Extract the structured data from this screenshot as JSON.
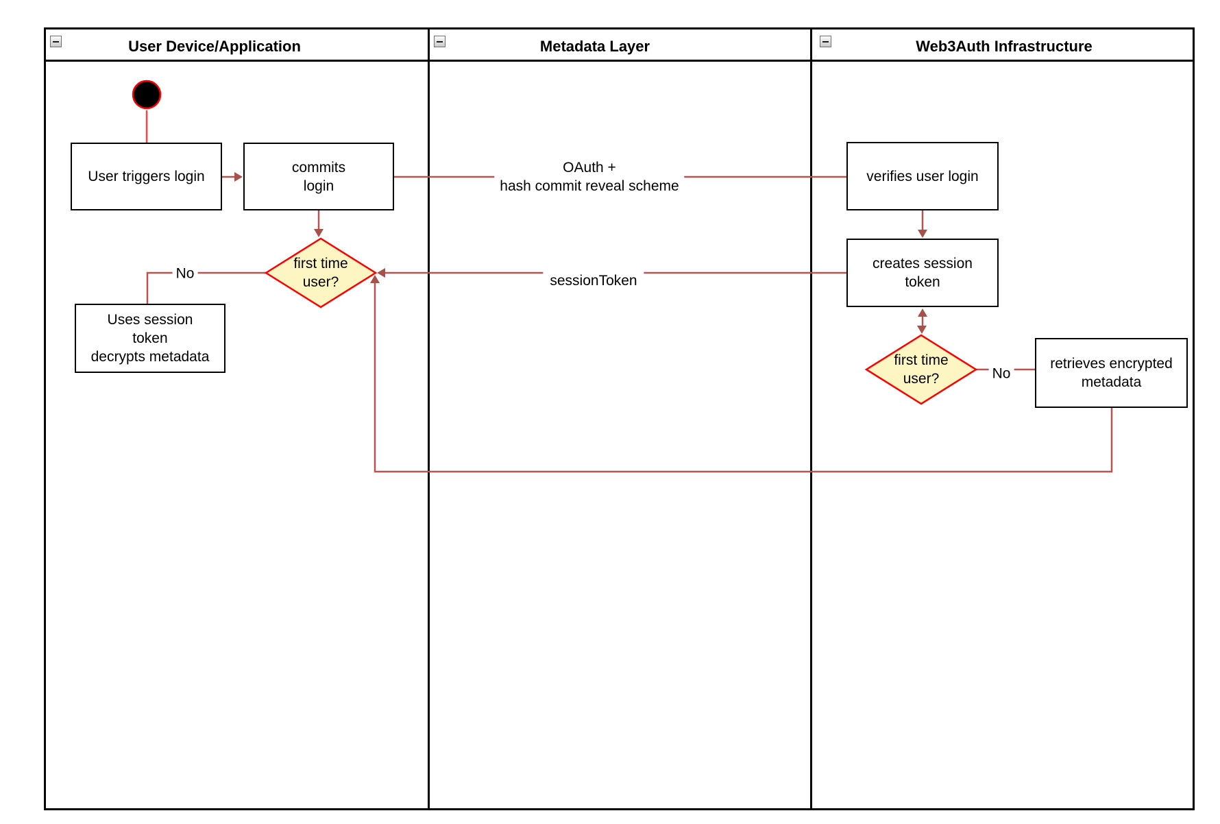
{
  "colors": {
    "connector": "#b85450",
    "arrowhead": "#a8514a",
    "start_red": "#ff4242",
    "shape_red": "#ff0000",
    "diamond_fill": "#fdf6c3",
    "node_fill": "#ffffff"
  },
  "lanes": [
    {
      "title": "User Device/Application"
    },
    {
      "title": "Metadata Layer"
    },
    {
      "title": "Web3Auth Infrastructure"
    }
  ],
  "nodes": {
    "user_triggers_login": {
      "label": "User triggers login"
    },
    "commits_login": {
      "label": "commits\nlogin"
    },
    "first_time_user_left": {
      "label": "first time\nuser?"
    },
    "uses_session_token": {
      "label": "Uses session\ntoken\ndecrypts metadata"
    },
    "verifies_user_login": {
      "label": "verifies user login"
    },
    "creates_session_token": {
      "label": "creates session\ntoken"
    },
    "first_time_user_right": {
      "label": "first time\nuser?"
    },
    "retrieves_encrypted_metadata": {
      "label": "retrieves encrypted\nmetadata"
    }
  },
  "edge_labels": {
    "oauth": "OAuth +\nhash commit reveal scheme",
    "session_token": "sessionToken",
    "no_left": "No",
    "no_right": "No"
  }
}
